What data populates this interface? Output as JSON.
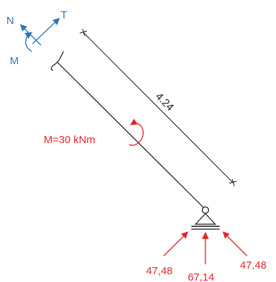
{
  "axes": {
    "normal_label": "N",
    "tangent_label": "T",
    "moment_label": "M",
    "color": "#2e75b6"
  },
  "beam": {
    "length_label": "4.24",
    "color": "#111111"
  },
  "applied_moment": {
    "label": "M=30 kNm",
    "color": "#e8242a"
  },
  "reactions": {
    "left": "47,48",
    "center": "67,14",
    "right": "47,48",
    "color": "#e8242a"
  }
}
